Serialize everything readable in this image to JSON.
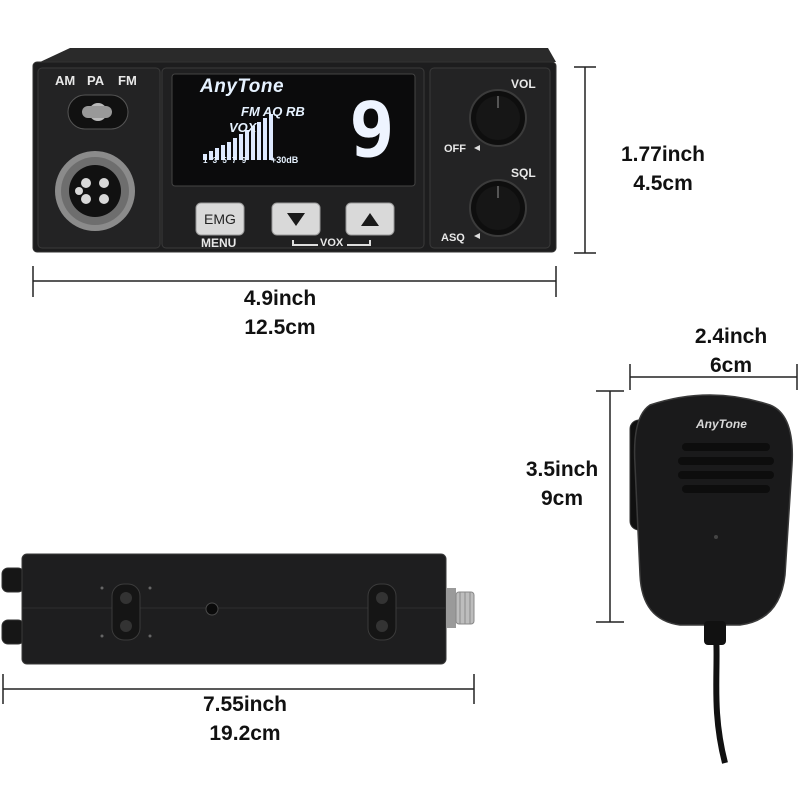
{
  "radio": {
    "brand": "AnyTone",
    "mode_am": "AM",
    "mode_pa": "PA",
    "mode_fm": "FM",
    "lcd_indicators": "FM AQ RB",
    "lcd_vox": "VOX",
    "lcd_scale": "1 3 5 7 9",
    "lcd_db": "+30dB",
    "lcd_channel": "9",
    "btn_emg": "EMG",
    "label_menu": "MENU",
    "label_vox": "VOX",
    "knob_vol": "VOL",
    "knob_off": "OFF",
    "knob_sql": "SQL",
    "knob_asq": "ASQ"
  },
  "microphone": {
    "brand": "AnyTone"
  },
  "dimensions": {
    "radio_height_in": "1.77inch",
    "radio_height_cm": "4.5cm",
    "radio_width_in": "4.9inch",
    "radio_width_cm": "12.5cm",
    "radio_depth_in": "7.55inch",
    "radio_depth_cm": "19.2cm",
    "mic_width_in": "2.4inch",
    "mic_width_cm": "6cm",
    "mic_height_in": "3.5inch",
    "mic_height_cm": "9cm"
  }
}
